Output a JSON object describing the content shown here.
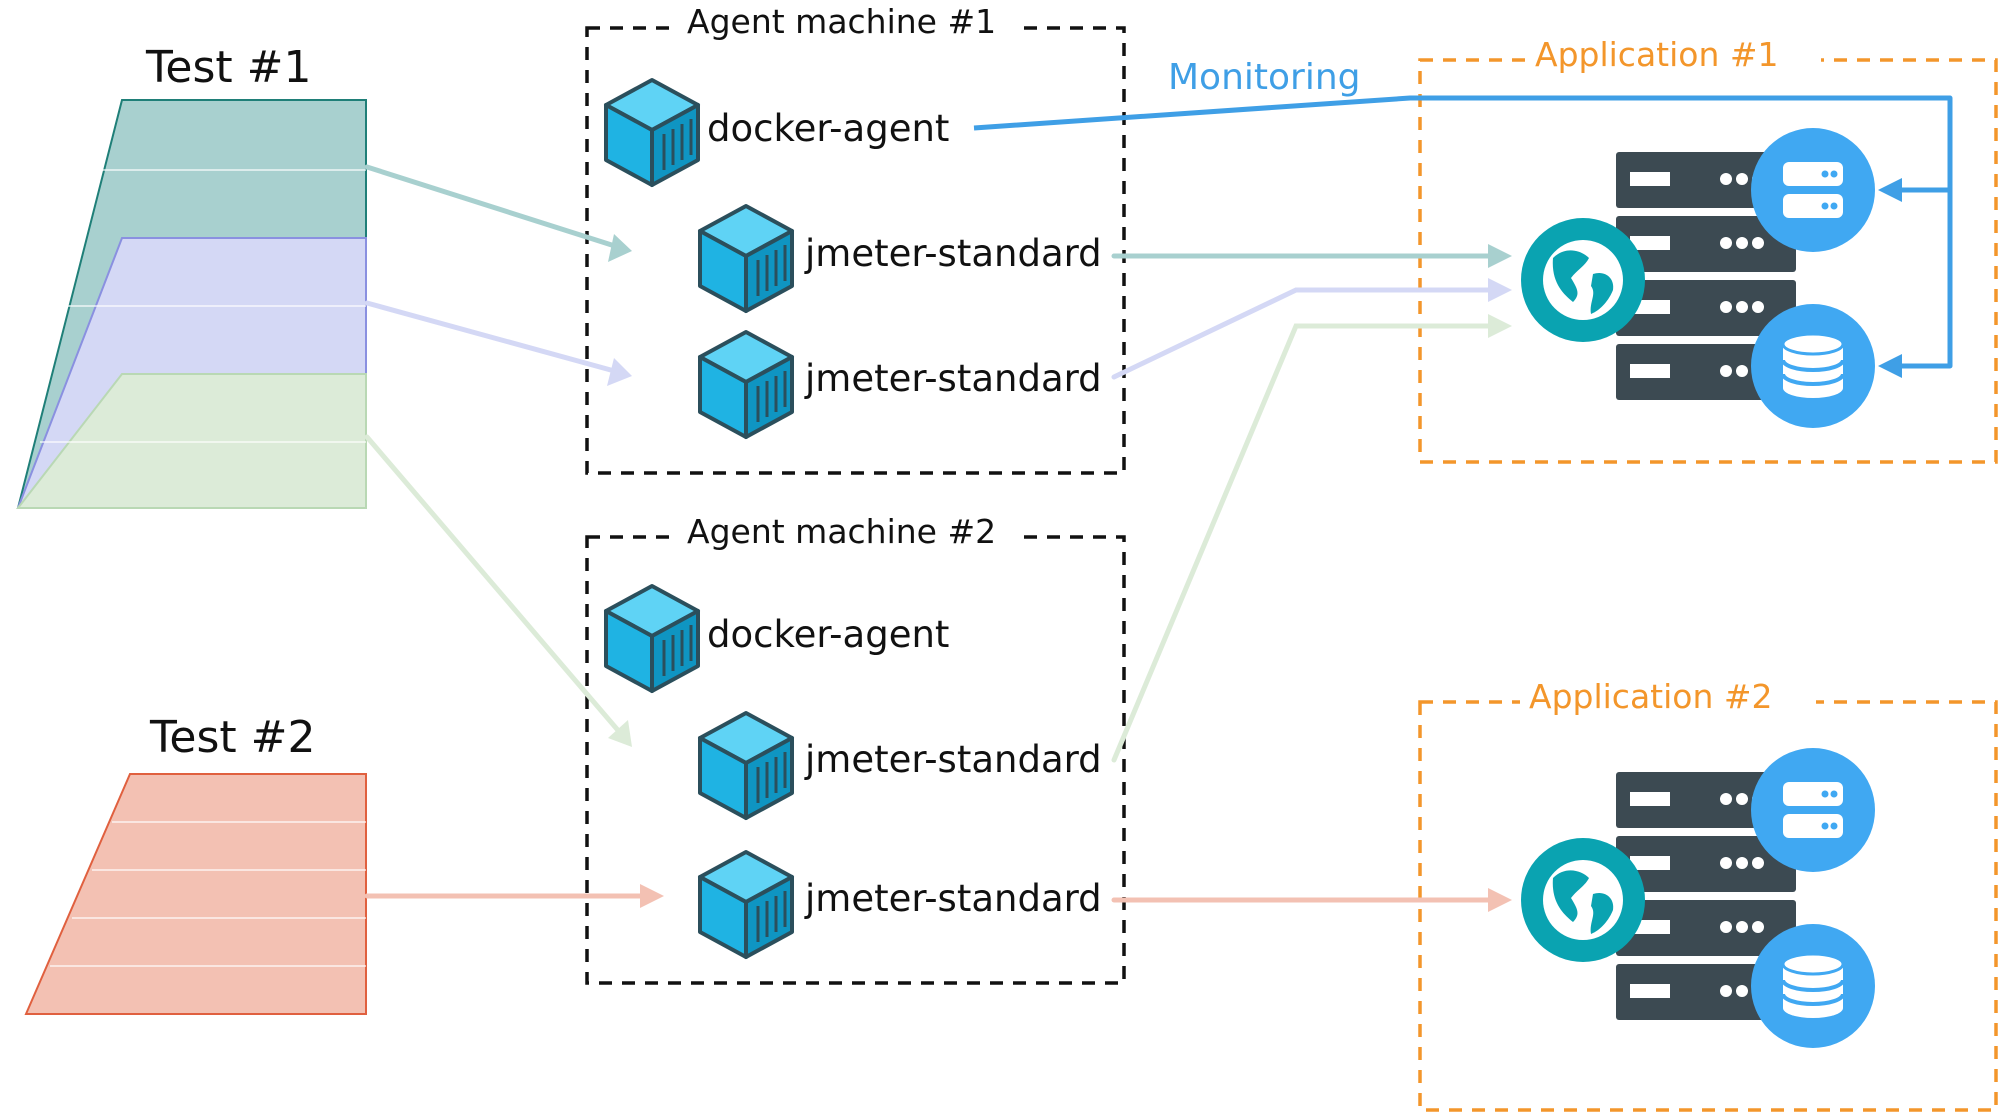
{
  "tests": {
    "test1": {
      "title": "Test #1"
    },
    "test2": {
      "title": "Test #2"
    }
  },
  "agent_machines": {
    "m1": {
      "title": "Agent machine #1",
      "docker_agent": "docker-agent",
      "jmeter_a": "jmeter-standard",
      "jmeter_b": "jmeter-standard"
    },
    "m2": {
      "title": "Agent machine #2",
      "docker_agent": "docker-agent",
      "jmeter_a": "jmeter-standard",
      "jmeter_b": "jmeter-standard"
    }
  },
  "applications": {
    "app1": {
      "title": "Application #1"
    },
    "app2": {
      "title": "Application #2"
    }
  },
  "monitoring": {
    "label": "Monitoring"
  },
  "colors": {
    "teal": "#a8d0cf",
    "teal_dark": "#1f7f78",
    "lavender": "#d4d8f5",
    "lavender_edge": "#8a90e0",
    "mint": "#dcebd8",
    "salmon": "#f3c1b3",
    "salmon_edge": "#e0603f",
    "monitor_blue": "#3f9fe6",
    "app_orange": "#f3962b",
    "server_gray": "#3c4a52",
    "globe_teal": "#0aa3b1",
    "db_blue": "#40a8f2",
    "container_blue": "#1fb3e3"
  },
  "icons": {
    "container": "docker-container-icon",
    "server": "server-rack-icon",
    "globe": "globe-icon",
    "storage": "server-storage-icon",
    "database": "database-icon"
  }
}
